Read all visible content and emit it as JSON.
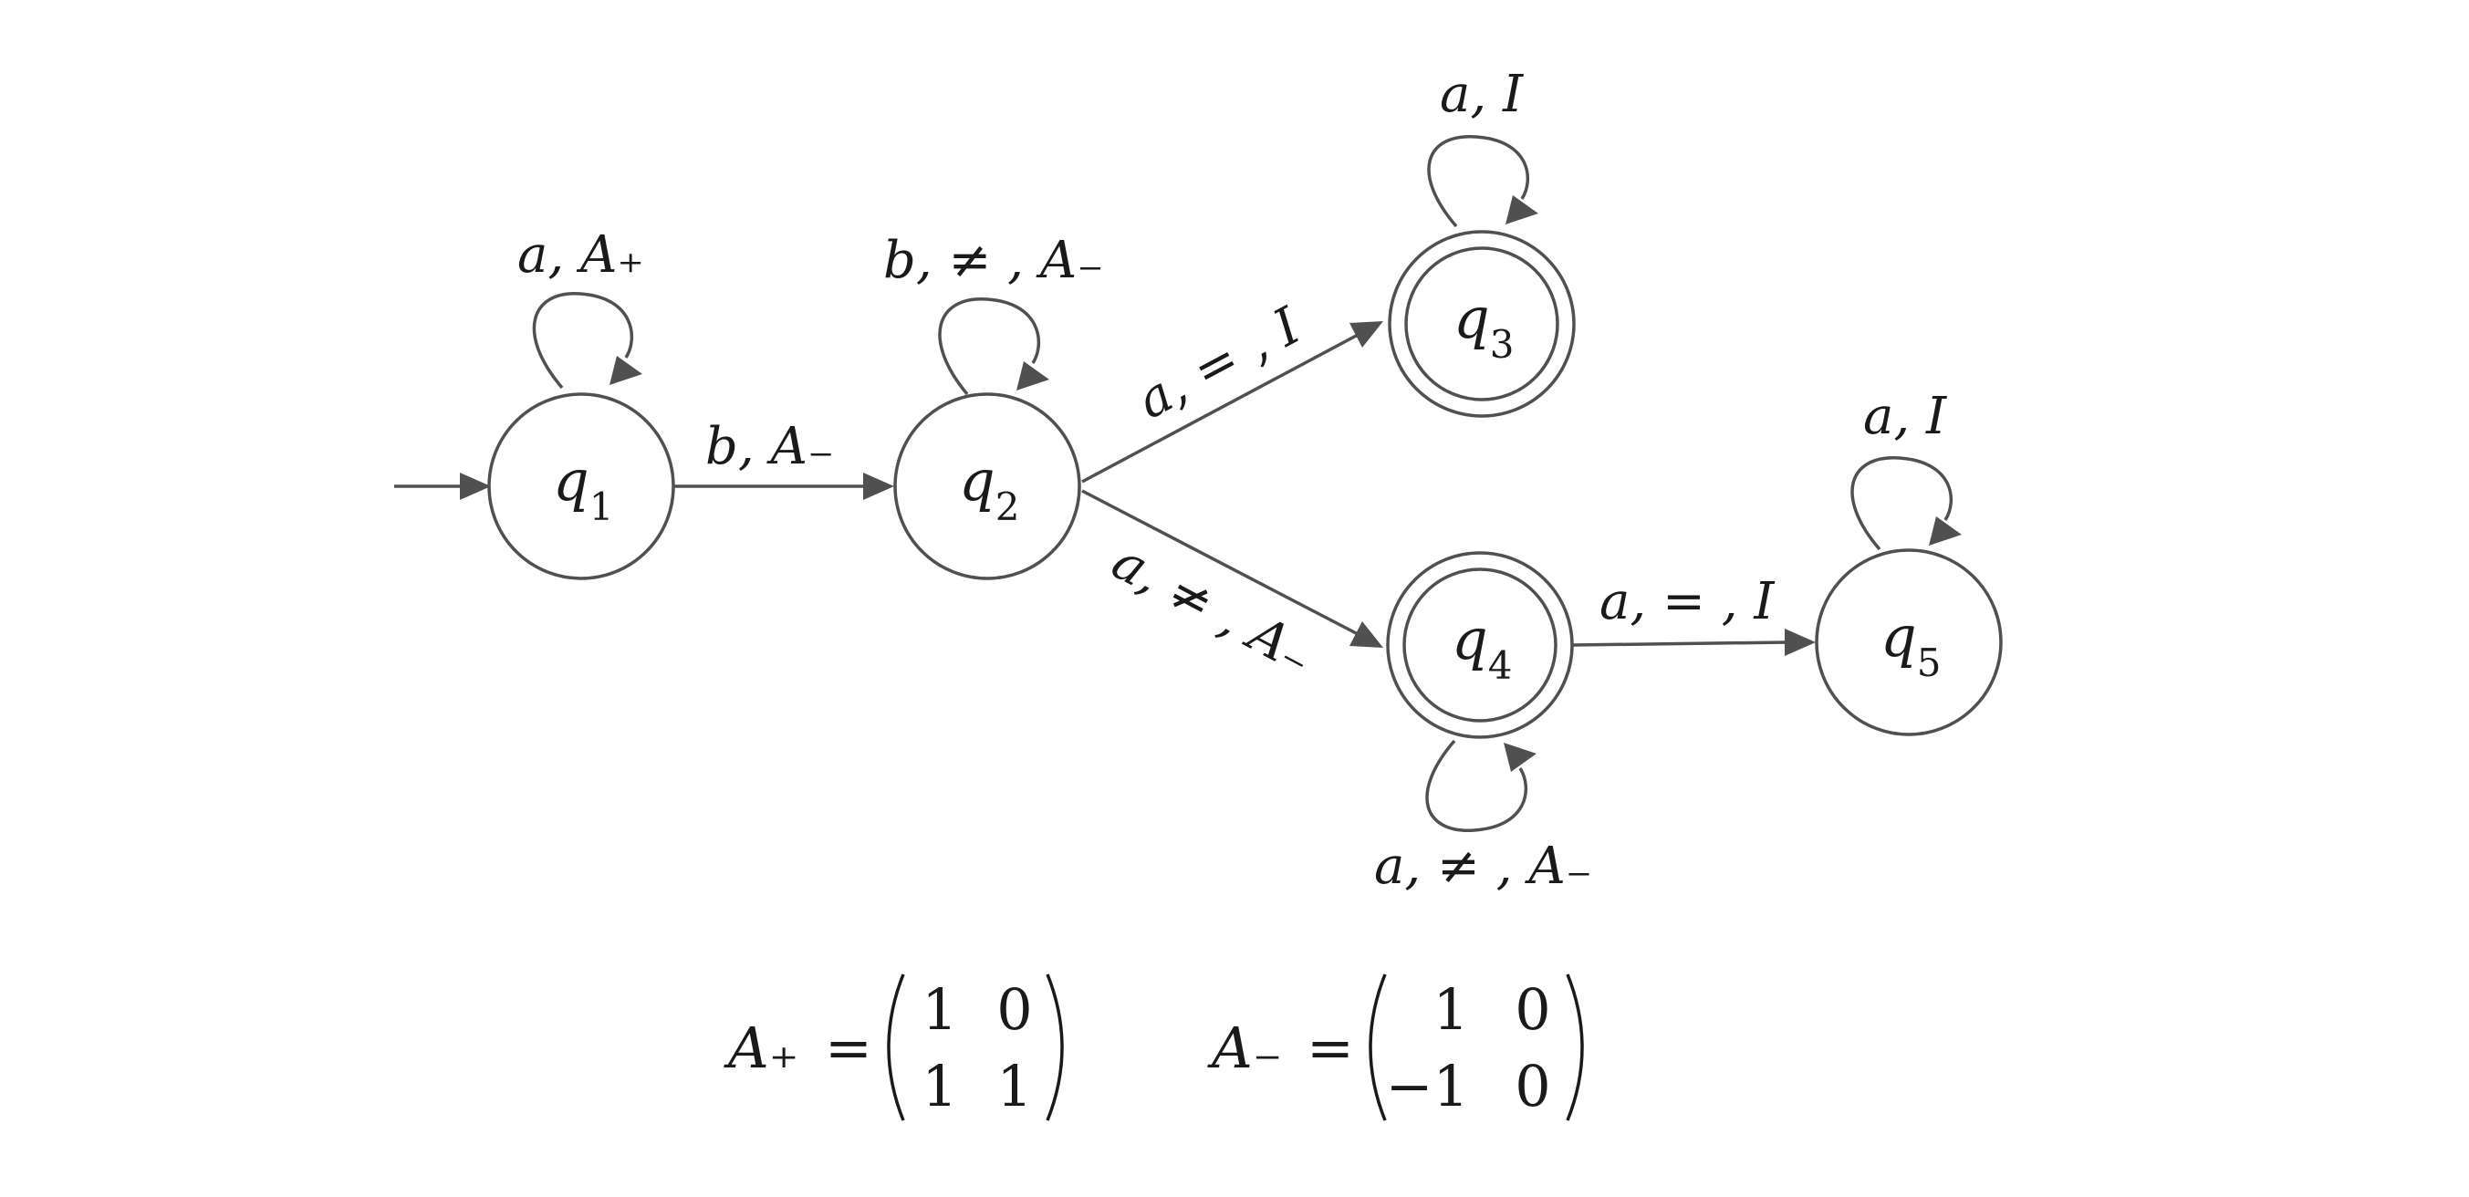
{
  "states": {
    "q1": {
      "name": "q",
      "index": "1",
      "accepting": false,
      "initial": true
    },
    "q2": {
      "name": "q",
      "index": "2",
      "accepting": false
    },
    "q3": {
      "name": "q",
      "index": "3",
      "accepting": true
    },
    "q4": {
      "name": "q",
      "index": "4",
      "accepting": true
    },
    "q5": {
      "name": "q",
      "index": "5",
      "accepting": false
    }
  },
  "transitions": {
    "q1_q1": "a, A₊",
    "q1_q2": "b, A₋",
    "q2_q2": "b,  ≠ , A₋",
    "q2_q3": "a,  = , I",
    "q2_q4": "a,  ≠ , A₋",
    "q3_q3": "a, I",
    "q4_q4": "a,  ≠ , A₋",
    "q4_q5": "a,  = , I",
    "q5_q5": "a, I"
  },
  "matrices": {
    "plus": {
      "name": "A₊",
      "equals": "=",
      "rows": [
        [
          "1",
          "0"
        ],
        [
          "1",
          "1"
        ]
      ]
    },
    "minus": {
      "name": "A₋",
      "equals": "=",
      "rows": [
        [
          "1",
          "0"
        ],
        [
          "−1",
          "0"
        ]
      ]
    }
  }
}
